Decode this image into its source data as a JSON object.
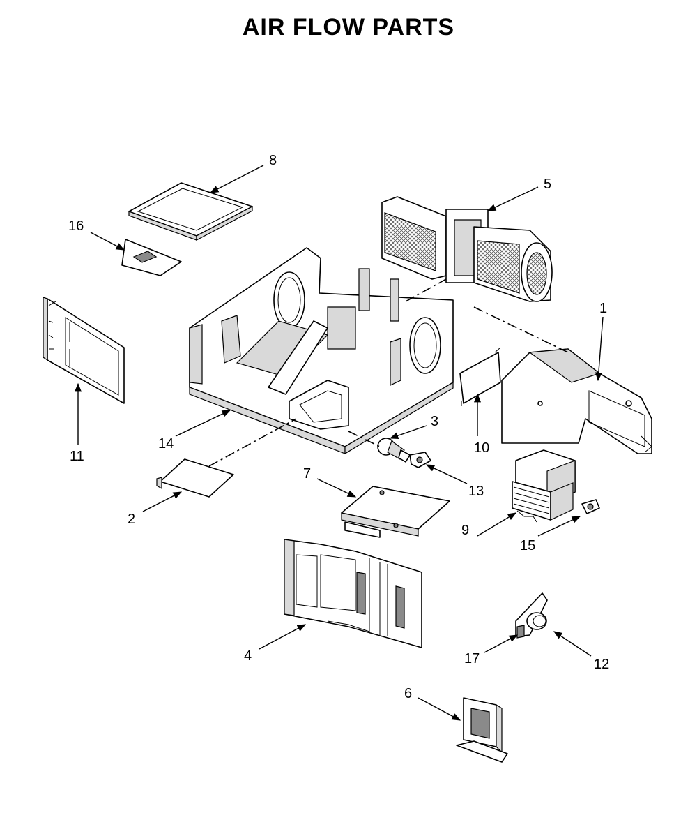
{
  "title": "AIR FLOW PARTS",
  "callouts": {
    "c1": "1",
    "c2": "2",
    "c3": "3",
    "c4": "4",
    "c5": "5",
    "c6": "6",
    "c7": "7",
    "c8": "8",
    "c9": "9",
    "c10": "10",
    "c11": "11",
    "c12": "12",
    "c13": "13",
    "c14": "14",
    "c15": "15",
    "c16": "16",
    "c17": "17"
  }
}
